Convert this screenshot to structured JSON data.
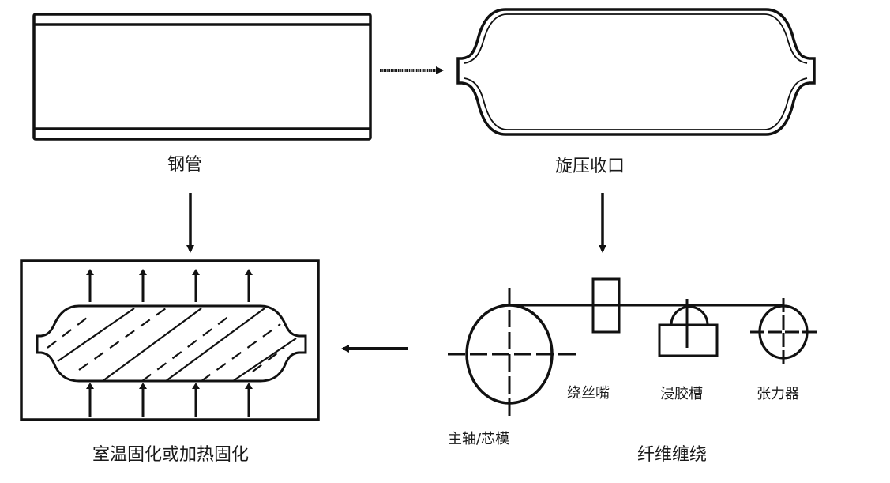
{
  "diagram": {
    "title": "",
    "stages": {
      "steel_tube": {
        "label": "钢管"
      },
      "spin_forming": {
        "label": "旋压收口"
      },
      "fiber_winding": {
        "label": "纤维缠绕",
        "components": {
          "mandrel": "主轴/芯模",
          "winding_nozzle": "绕丝嘴",
          "resin_bath": "浸胶槽",
          "tensioner": "张力器"
        }
      },
      "curing": {
        "label": "室温固化或加热固化"
      }
    },
    "flow": [
      {
        "from": "钢管",
        "to": "旋压收口",
        "direction": "right"
      },
      {
        "from": "钢管",
        "to": "室温固化或加热固化",
        "direction": "down"
      },
      {
        "from": "旋压收口",
        "to": "纤维缠绕",
        "direction": "down"
      },
      {
        "from": "纤维缠绕",
        "to": "室温固化或加热固化",
        "direction": "left"
      }
    ],
    "colors": {
      "stroke": "#111111",
      "background": "#ffffff"
    }
  }
}
